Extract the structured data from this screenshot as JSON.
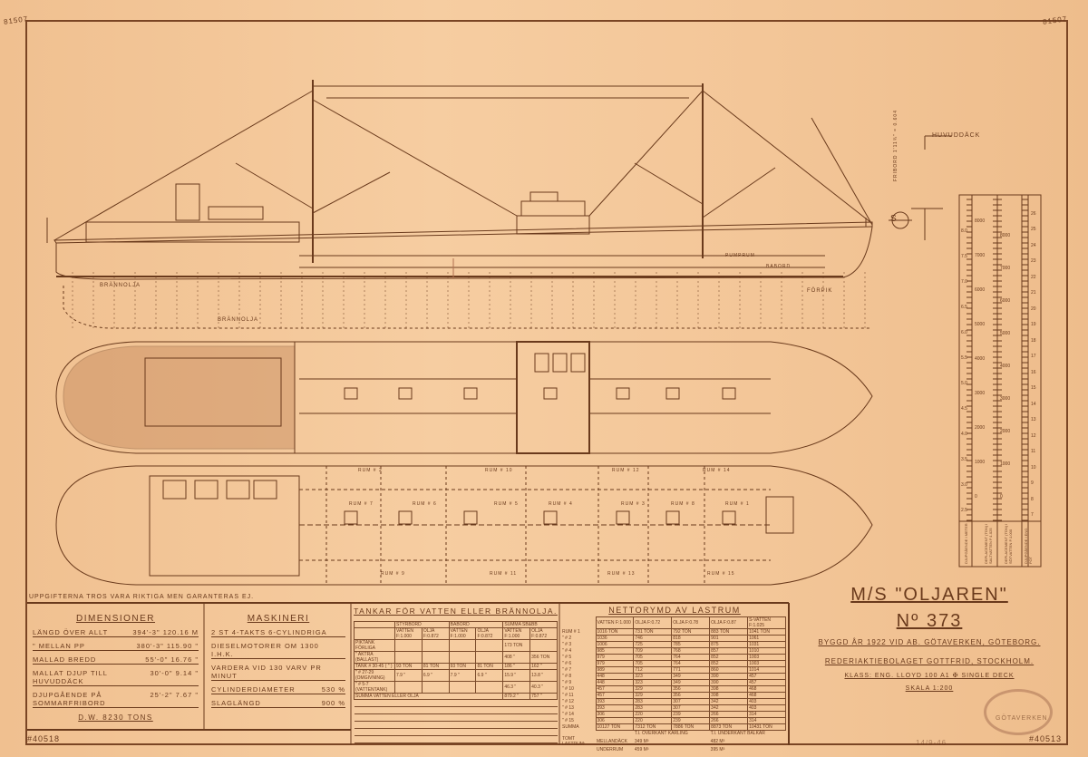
{
  "corner_marks": {
    "top_left": "81507",
    "top_right": "81507",
    "bottom_left": "#40518",
    "bottom_right": "#40513",
    "bottom_center": "14/9-46"
  },
  "profile_labels": {
    "main_deck": "HUVUDDÄCK",
    "fuel_aft": "BRÄNNOLJA",
    "fuel_bottom": "BRÄNNOLJA",
    "forepeak": "FÖRPIK",
    "pump_room": "PUMPRUM",
    "fwd_label": "BABORD"
  },
  "hold_labels": [
    "RUM # 2",
    "RUM # 10",
    "RUM # 12",
    "RUM # 14",
    "RUM # 7",
    "RUM # 6",
    "RUM # 5",
    "RUM # 4",
    "RUM # 3",
    "RUM # 8",
    "RUM # 1",
    "RUM # 9",
    "RUM # 11",
    "RUM # 13",
    "RUM # 15"
  ],
  "disclaimer": "UPPGIFTERNA TROS VARA RIKTIGA MEN GARANTERAS EJ.",
  "dimensions": {
    "title": "DIMENSIONER",
    "rows": [
      {
        "label": "LÄNGD ÖVER ALLT",
        "value": "394'-3\" 120.16 M"
      },
      {
        "label": "\" MELLAN PP",
        "value": "380'-3\" 115.90 \""
      },
      {
        "label": "MALLAD BREDD",
        "value": "55'-0\" 16.76 \""
      },
      {
        "label": "MALLAT DJUP TILL HUVUDDÄCK",
        "value": "30'-0\" 9.14 \""
      },
      {
        "label": "DJUPGÅENDE PÅ SOMMARFRIBORD",
        "value": "25'-2\" 7.67 \""
      }
    ],
    "deadweight": "D.W. 8230 TONS"
  },
  "machinery": {
    "title": "MASKINERI",
    "rows": [
      {
        "label": "2 ST 4-TAKTS 6-CYLINDRIGA",
        "value": ""
      },
      {
        "label": "DIESELMOTORER OM 1300 I.H.K.",
        "value": ""
      },
      {
        "label": "VARDERA VID 130 VARV PR MINUT",
        "value": ""
      },
      {
        "label": "CYLINDERDIAMETER",
        "value": "530 %"
      },
      {
        "label": "SLAGLÄNGD",
        "value": "900 %"
      }
    ]
  },
  "tanks": {
    "title": "TANKAR FÖR VATTEN ELLER BRÄNNOLJA.",
    "groups": [
      "STYRBORD",
      "BABORD",
      "SUMMA SB&BB"
    ],
    "subheads": [
      "VATTEN F:1.000",
      "OLJA F:0.872",
      "VATTEN F:1.000",
      "OLJA F:0.872",
      "VATTEN F:1.000",
      "OLJA F:0.872"
    ],
    "rows": [
      {
        "label": "PIKTANK FÖRLIGA",
        "cells": [
          "",
          "",
          "",
          "",
          "173 TON",
          ""
        ]
      },
      {
        "label": "\" AKTRA (BALLAST)",
        "cells": [
          "",
          "",
          "",
          "",
          "408 \"",
          "356 TON"
        ]
      },
      {
        "label": "TANK # 30-45 ( \" )",
        "cells": [
          "93 TON",
          "81 TON",
          "93 TON",
          "81 TON",
          "186 \"",
          "162 \""
        ]
      },
      {
        "label": "\" # 27-29 (OMGIVNING)",
        "cells": [
          "7.9 \"",
          "6.9 \"",
          "7.9 \"",
          "6.9 \"",
          "15.9 \"",
          "13.8 \""
        ]
      },
      {
        "label": "\" # 5-7 (VATTENTANK)",
        "cells": [
          "",
          "",
          "",
          "",
          "46.3 \"",
          "40.3 \""
        ]
      }
    ],
    "total_label": "SUMMA VATTEN ELLER OLJA",
    "total": [
      "879.2 \"",
      "757 \""
    ]
  },
  "holds": {
    "title": "NETTORYMD AV LASTRUM",
    "headers": [
      "VATTEN F:1.000",
      "OLJA F:0.72",
      "OLJA F:0.78",
      "OLJA F:0.87",
      "S-VATTEN F:1.025"
    ],
    "rows": [
      {
        "label": "RUM # 1",
        "v": [
          "1016 TON",
          "731 TON",
          "792 TON",
          "883 TON",
          "1041 TON"
        ]
      },
      {
        "label": "\" # 2",
        "v": [
          "1036",
          "746",
          "818",
          "901",
          "1061"
        ]
      },
      {
        "label": "\" # 3",
        "v": [
          "1006",
          "725",
          "785",
          "875",
          "1031"
        ]
      },
      {
        "label": "\" # 4",
        "v": [
          "985",
          "709",
          "768",
          "857",
          "1010"
        ]
      },
      {
        "label": "\" # 5",
        "v": [
          "979",
          "705",
          "764",
          "852",
          "1003"
        ]
      },
      {
        "label": "\" # 6",
        "v": [
          "979",
          "705",
          "764",
          "852",
          "1003"
        ]
      },
      {
        "label": "\" # 7",
        "v": [
          "989",
          "712",
          "771",
          "860",
          "1014"
        ]
      },
      {
        "label": "\" # 8",
        "v": [
          "448",
          "323",
          "349",
          "390",
          "457"
        ]
      },
      {
        "label": "\" # 9",
        "v": [
          "448",
          "323",
          "349",
          "390",
          "457"
        ]
      },
      {
        "label": "\" # 10",
        "v": [
          "457",
          "329",
          "356",
          "398",
          "468"
        ]
      },
      {
        "label": "\" # 11",
        "v": [
          "457",
          "329",
          "356",
          "398",
          "468"
        ]
      },
      {
        "label": "\" # 12",
        "v": [
          "393",
          "283",
          "307",
          "342",
          "403"
        ]
      },
      {
        "label": "\" # 13",
        "v": [
          "393",
          "283",
          "307",
          "342",
          "403"
        ]
      },
      {
        "label": "\" # 14",
        "v": [
          "306",
          "220",
          "239",
          "266",
          "314"
        ]
      },
      {
        "label": "\" # 15",
        "v": [
          "306",
          "220",
          "239",
          "266",
          "314"
        ]
      }
    ],
    "sum_label": "SUMMA",
    "sum": [
      "10127 TON",
      "7312 TON",
      "7886 TON",
      "8873 TON",
      "10431 TON"
    ],
    "empty_heads": [
      "T.I. ÖVERKANT KARLING",
      "T.I. UNDERKANT BALKAR"
    ],
    "empty_label": "TOMT LASTRUM:",
    "empty_rows": [
      {
        "label": "MELLANDÄCK",
        "a": "349 M³",
        "b": "482 M³"
      },
      {
        "label": "UNDERRUM",
        "a": "459 M³",
        "b": "395 M³"
      }
    ]
  },
  "title_block": {
    "ship": "M/S \"OLJAREN\"",
    "number": "Nº 373",
    "built": "BYGGD ÅR 1922 VID AB. GÖTAVERKEN, GÖTEBORG.",
    "owner": "REDERIAKTIEBOLAGET GOTTFRID, STOCKHOLM.",
    "class": "KLASS: ENG. LLOYD 100 A1 ✠ SINGLE DECK",
    "scale": "SKALA 1:200",
    "stamp": "GÖTAVERKEN"
  },
  "scale_bar": {
    "left_ticks": [
      "2.5",
      "3.0",
      "3.5",
      "4.0",
      "4.5",
      "5.0",
      "5.5",
      "6.0",
      "6.5",
      "7.0",
      "7.5",
      "8.0"
    ],
    "col1": [
      "0",
      "1000",
      "2000",
      "3000",
      "4000",
      "5000",
      "6000",
      "7000",
      "8000"
    ],
    "col2": [
      "0",
      "1000",
      "2000",
      "3000",
      "4000",
      "5000",
      "6000",
      "7000",
      "8000"
    ],
    "right": [
      "7",
      "8",
      "9",
      "10",
      "11",
      "12",
      "13",
      "14",
      "15",
      "16",
      "17",
      "18",
      "19",
      "20",
      "21",
      "22",
      "23",
      "24",
      "25",
      "26"
    ],
    "footers": [
      "DJUPGÅENDE I METER",
      "DEPLACEMENT (TON) I SALTVATTEN F:1.025",
      "DEPLACEMENT (TON) I SÖTVATTEN F:1.000",
      "DJUPGÅENDE I ENG. FOT"
    ]
  },
  "freeboard": {
    "label": "HUVUDDÄCK",
    "mark": "S",
    "note": "FRIBORD 1'11¾\" = 0.604"
  },
  "colors": {
    "paper": "#f2c596",
    "ink": "#6a3a1c"
  }
}
